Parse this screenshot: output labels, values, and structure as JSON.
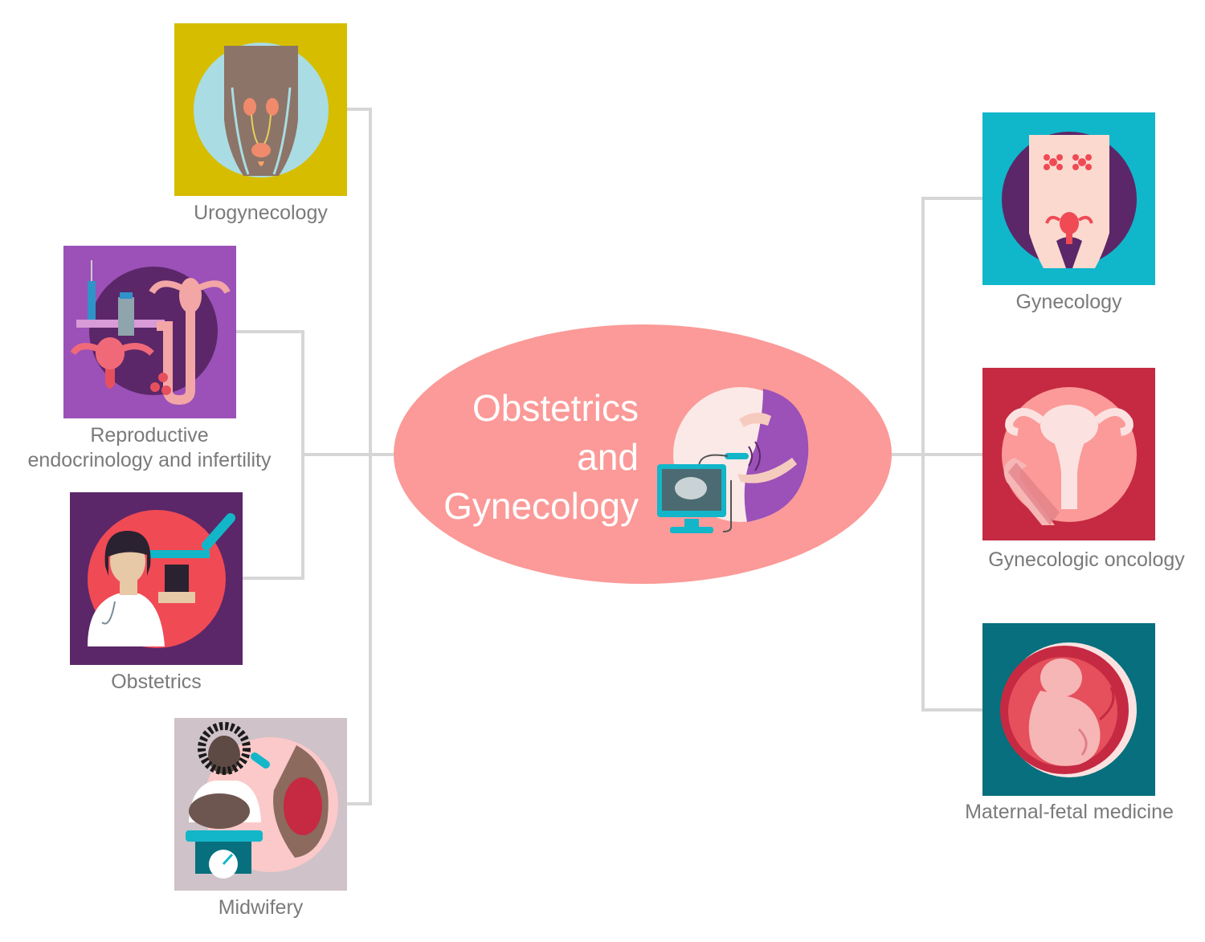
{
  "center": {
    "title_lines": [
      "Obstetrics",
      "and",
      "Gynecology"
    ]
  },
  "left_branches": [
    {
      "label": "Urogynecology",
      "icon": "urinary-system-icon",
      "bg": "#d6bd00"
    },
    {
      "label_lines": [
        "Reproductive",
        "endocrinology and infertility"
      ],
      "icon": "ivf-icon",
      "bg": "#9b51b8"
    },
    {
      "label": "Obstetrics",
      "icon": "doctor-icon",
      "bg": "#5b2768"
    },
    {
      "label": "Midwifery",
      "icon": "midwife-icon",
      "bg": "#cfc2c8"
    }
  ],
  "right_branches": [
    {
      "label": "Gynecology",
      "icon": "female-body-icon",
      "bg": "#10b6ca"
    },
    {
      "label": "Gynecologic oncology",
      "icon": "uterus-ribbon-icon",
      "bg": "#c52a42"
    },
    {
      "label": "Maternal-fetal medicine",
      "icon": "fetus-icon",
      "bg": "#076f7d"
    }
  ],
  "colors": {
    "connector": "#d6d6d6",
    "ellipse": "#fb9a98",
    "label_text": "#7a7a7a"
  }
}
